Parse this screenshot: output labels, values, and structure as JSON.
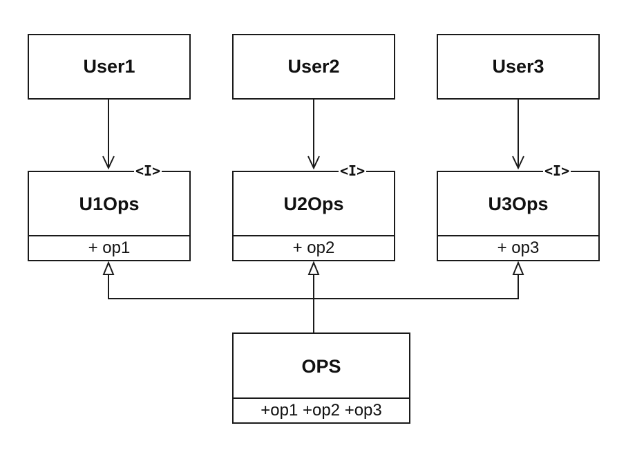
{
  "users": [
    {
      "name": "User1"
    },
    {
      "name": "User2"
    },
    {
      "name": "User3"
    }
  ],
  "interfaces": [
    {
      "stereotype": "<I>",
      "name": "U1Ops",
      "operations": "+ op1"
    },
    {
      "stereotype": "<I>",
      "name": "U2Ops",
      "operations": "+ op2"
    },
    {
      "stereotype": "<I>",
      "name": "U3Ops",
      "operations": "+ op3"
    }
  ],
  "ops_class": {
    "name": "OPS",
    "operations": "+op1 +op2 +op3"
  },
  "colors": {
    "line": "#1a1a1a",
    "background": "#ffffff"
  }
}
